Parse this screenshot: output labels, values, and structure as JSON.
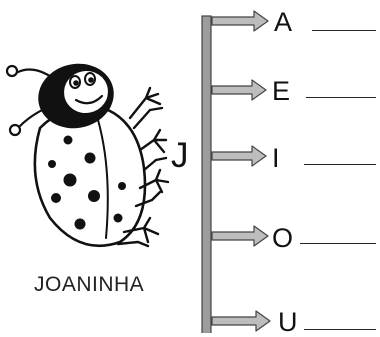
{
  "caption": "JOANINHA",
  "syllable_letter": "J",
  "vowels": [
    "A",
    "E",
    "I",
    "O",
    "U"
  ],
  "colors": {
    "ink": "#111111",
    "bar": "#9c9c9c",
    "arrow": "#bdbdbd",
    "shell": "#ffffff"
  }
}
